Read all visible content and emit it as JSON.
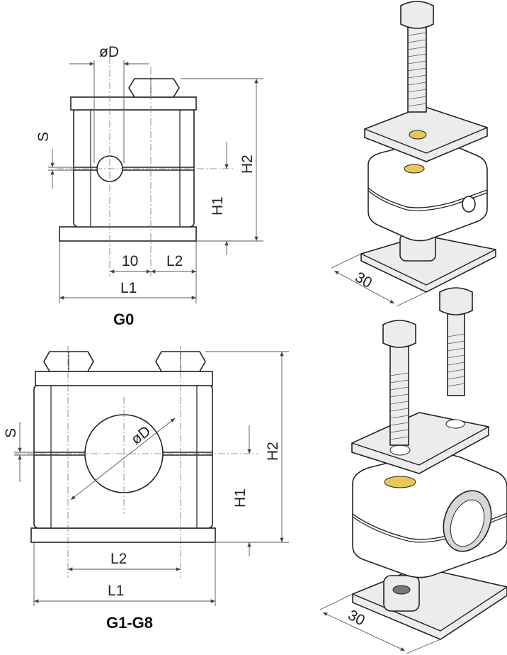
{
  "g0": {
    "title": "G0",
    "labels": {
      "diameter": "øD",
      "s": "S",
      "h2": "H2",
      "h1": "H1",
      "ten": "10",
      "l2": "L2",
      "l1": "L1"
    }
  },
  "g1g8": {
    "title": "G1-G8",
    "labels": {
      "diameter": "øD",
      "s": "S",
      "h2": "H2",
      "h1": "H1",
      "l2": "L2",
      "l1": "L1"
    }
  },
  "iso_top": {
    "width_label": "30"
  },
  "iso_bottom": {
    "width_label": "30"
  },
  "colors": {
    "accent_brass": "#e8c85a"
  }
}
